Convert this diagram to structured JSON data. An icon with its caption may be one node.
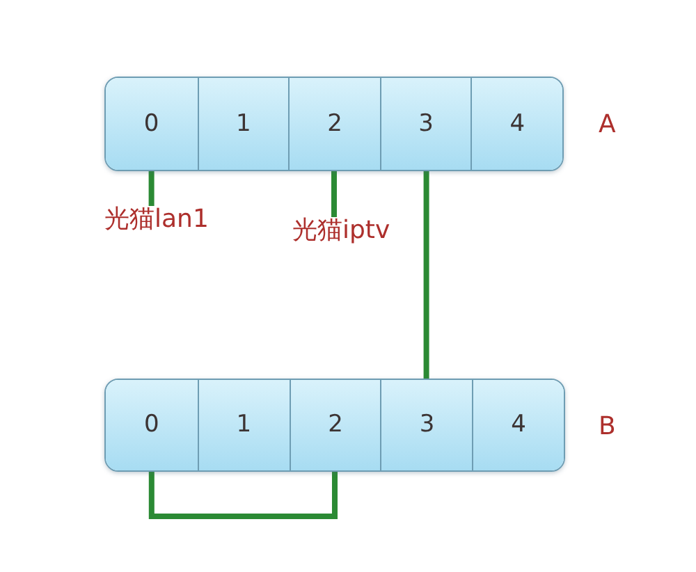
{
  "diagram": {
    "nodes": [
      {
        "text": [],
        "shape": "box",
        "beside": [
          "A"
        ]
      },
      {
        "text": [
          "0"
        ],
        "in": 0
      },
      {
        "text": [
          "1"
        ],
        "in": 0
      },
      {
        "text": [
          "2"
        ],
        "in": 0
      },
      {
        "text": [
          "3"
        ],
        "in": 0
      },
      {
        "text": [
          "4"
        ],
        "in": 0
      },
      {
        "text": [
          "光猫lan1"
        ]
      },
      {
        "text": [
          "光猫iptv"
        ]
      },
      {
        "text": [],
        "shape": "box",
        "beside": [
          "B"
        ]
      },
      {
        "text": [
          "0"
        ],
        "in": 8
      },
      {
        "text": [
          "1"
        ],
        "in": 8
      },
      {
        "text": [
          "2"
        ],
        "in": 8
      },
      {
        "text": [
          "3"
        ],
        "in": 8
      },
      {
        "text": [
          "4"
        ],
        "in": 8
      }
    ],
    "edges": [
      {
        "from": 6,
        "to": 1,
        "arrow": "none"
      },
      {
        "from": 7,
        "to": 3,
        "arrow": "none"
      },
      {
        "from": 4,
        "to": 12,
        "arrow": "none"
      },
      {
        "from": 9,
        "to": 11,
        "arrow": "none"
      }
    ]
  }
}
